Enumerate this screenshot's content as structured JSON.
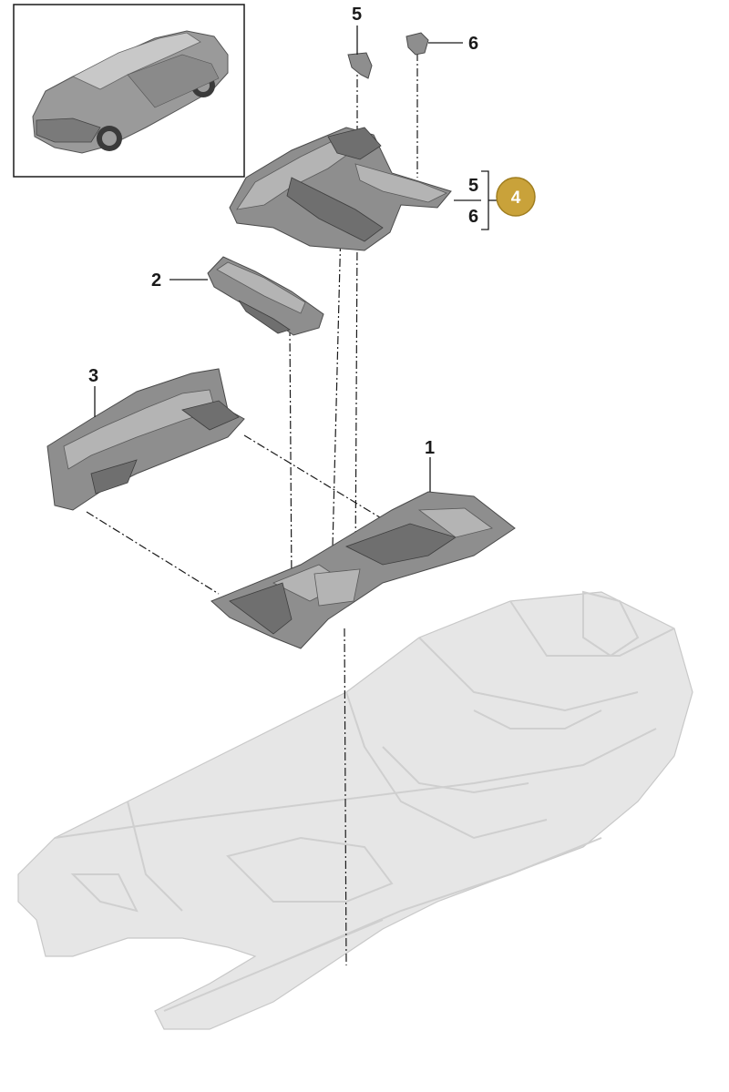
{
  "callouts": {
    "part1": "1",
    "part2": "2",
    "part3": "3",
    "part5_top": "5",
    "part6_top": "6",
    "part5_group": "5",
    "part6_group": "6",
    "assembly_badge": "4"
  },
  "colors": {
    "badge_fill": "#c9a23a",
    "badge_stroke": "#a07e20",
    "part_gray": "#8e8e8e",
    "ghost_body": "#e6e6e6",
    "line": "#1a1a1a"
  },
  "icons": {
    "vehicle_thumbnail": "car-thumbnail-icon"
  }
}
